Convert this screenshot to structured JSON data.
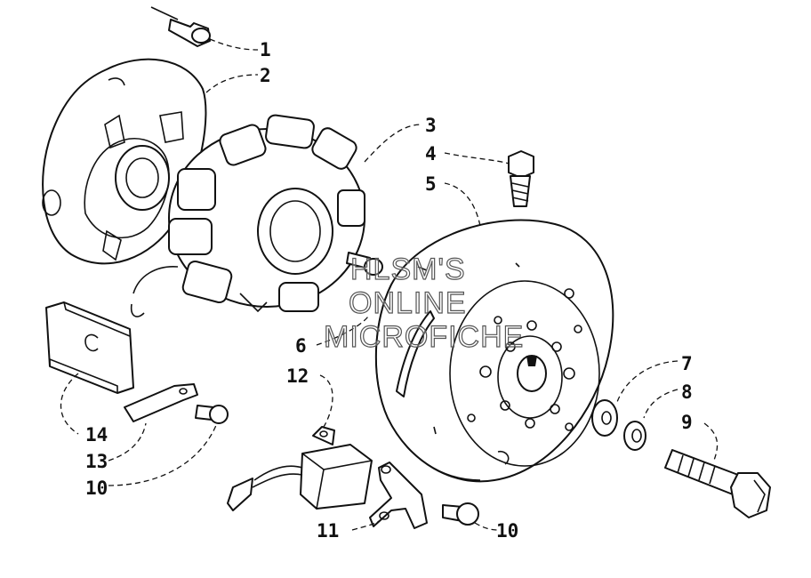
{
  "diagram": {
    "callouts": [
      "1",
      "2",
      "3",
      "4",
      "5",
      "6",
      "7",
      "8",
      "9",
      "10",
      "11",
      "12",
      "13",
      "14",
      "10"
    ],
    "watermark": [
      "HLSM'S",
      "ONLINE",
      "MICROFICHE"
    ],
    "colors": {
      "ink": "#111111",
      "background": "#ffffff",
      "watermark_outline": "#555555"
    }
  }
}
